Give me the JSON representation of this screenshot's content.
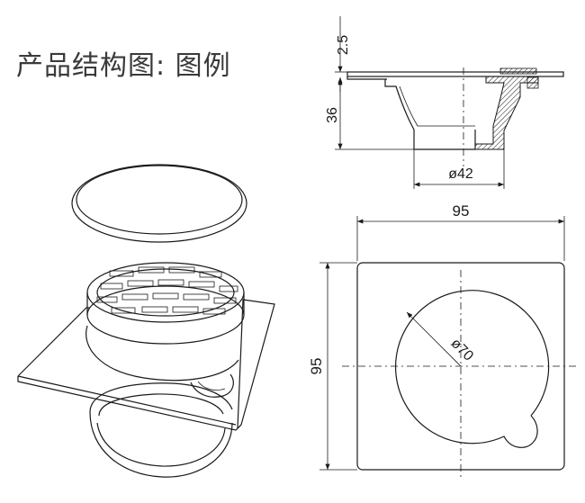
{
  "title": "产品结构图: 图例",
  "dimensions": {
    "top_thickness": "2.5",
    "body_height": "36",
    "outlet_diameter": "ø42",
    "width": "95",
    "height": "95",
    "core_diameter": "ø70"
  }
}
